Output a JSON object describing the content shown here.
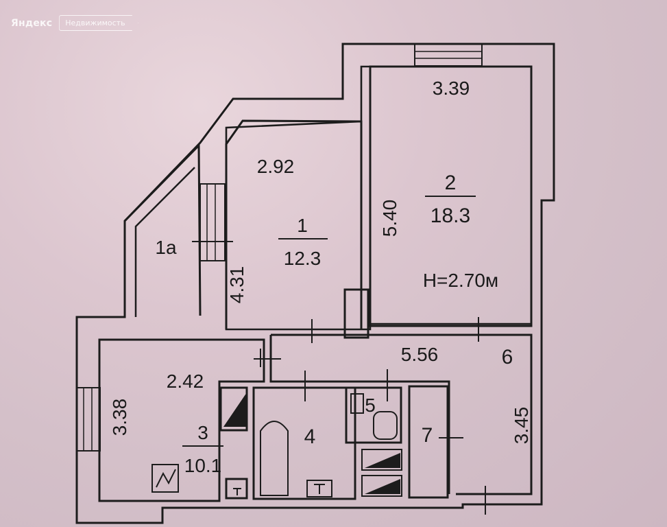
{
  "watermark": {
    "brand": "Яндекс",
    "tag": "Недвижимость"
  },
  "rooms": [
    {
      "number": "1",
      "area": "12.3"
    },
    {
      "number": "2",
      "area": "18.3"
    },
    {
      "number": "3",
      "area": "10.1"
    },
    {
      "number": "1а"
    },
    {
      "number": "4"
    },
    {
      "number": "5"
    },
    {
      "number": "6"
    },
    {
      "number": "7"
    }
  ],
  "dimensions": {
    "room2_width": "3.39",
    "room2_length": "5.40",
    "room1_width": "2.92",
    "room1_length": "4.31",
    "corridor_length": "5.56",
    "room3_width": "2.42",
    "room3_length": "3.38",
    "room6_length": "3.45"
  },
  "ceiling_height": "H=2.70м",
  "colors": {
    "wall": "#1c1c1c",
    "paper": "#dcc6cf",
    "watermark": "#ffffff"
  }
}
